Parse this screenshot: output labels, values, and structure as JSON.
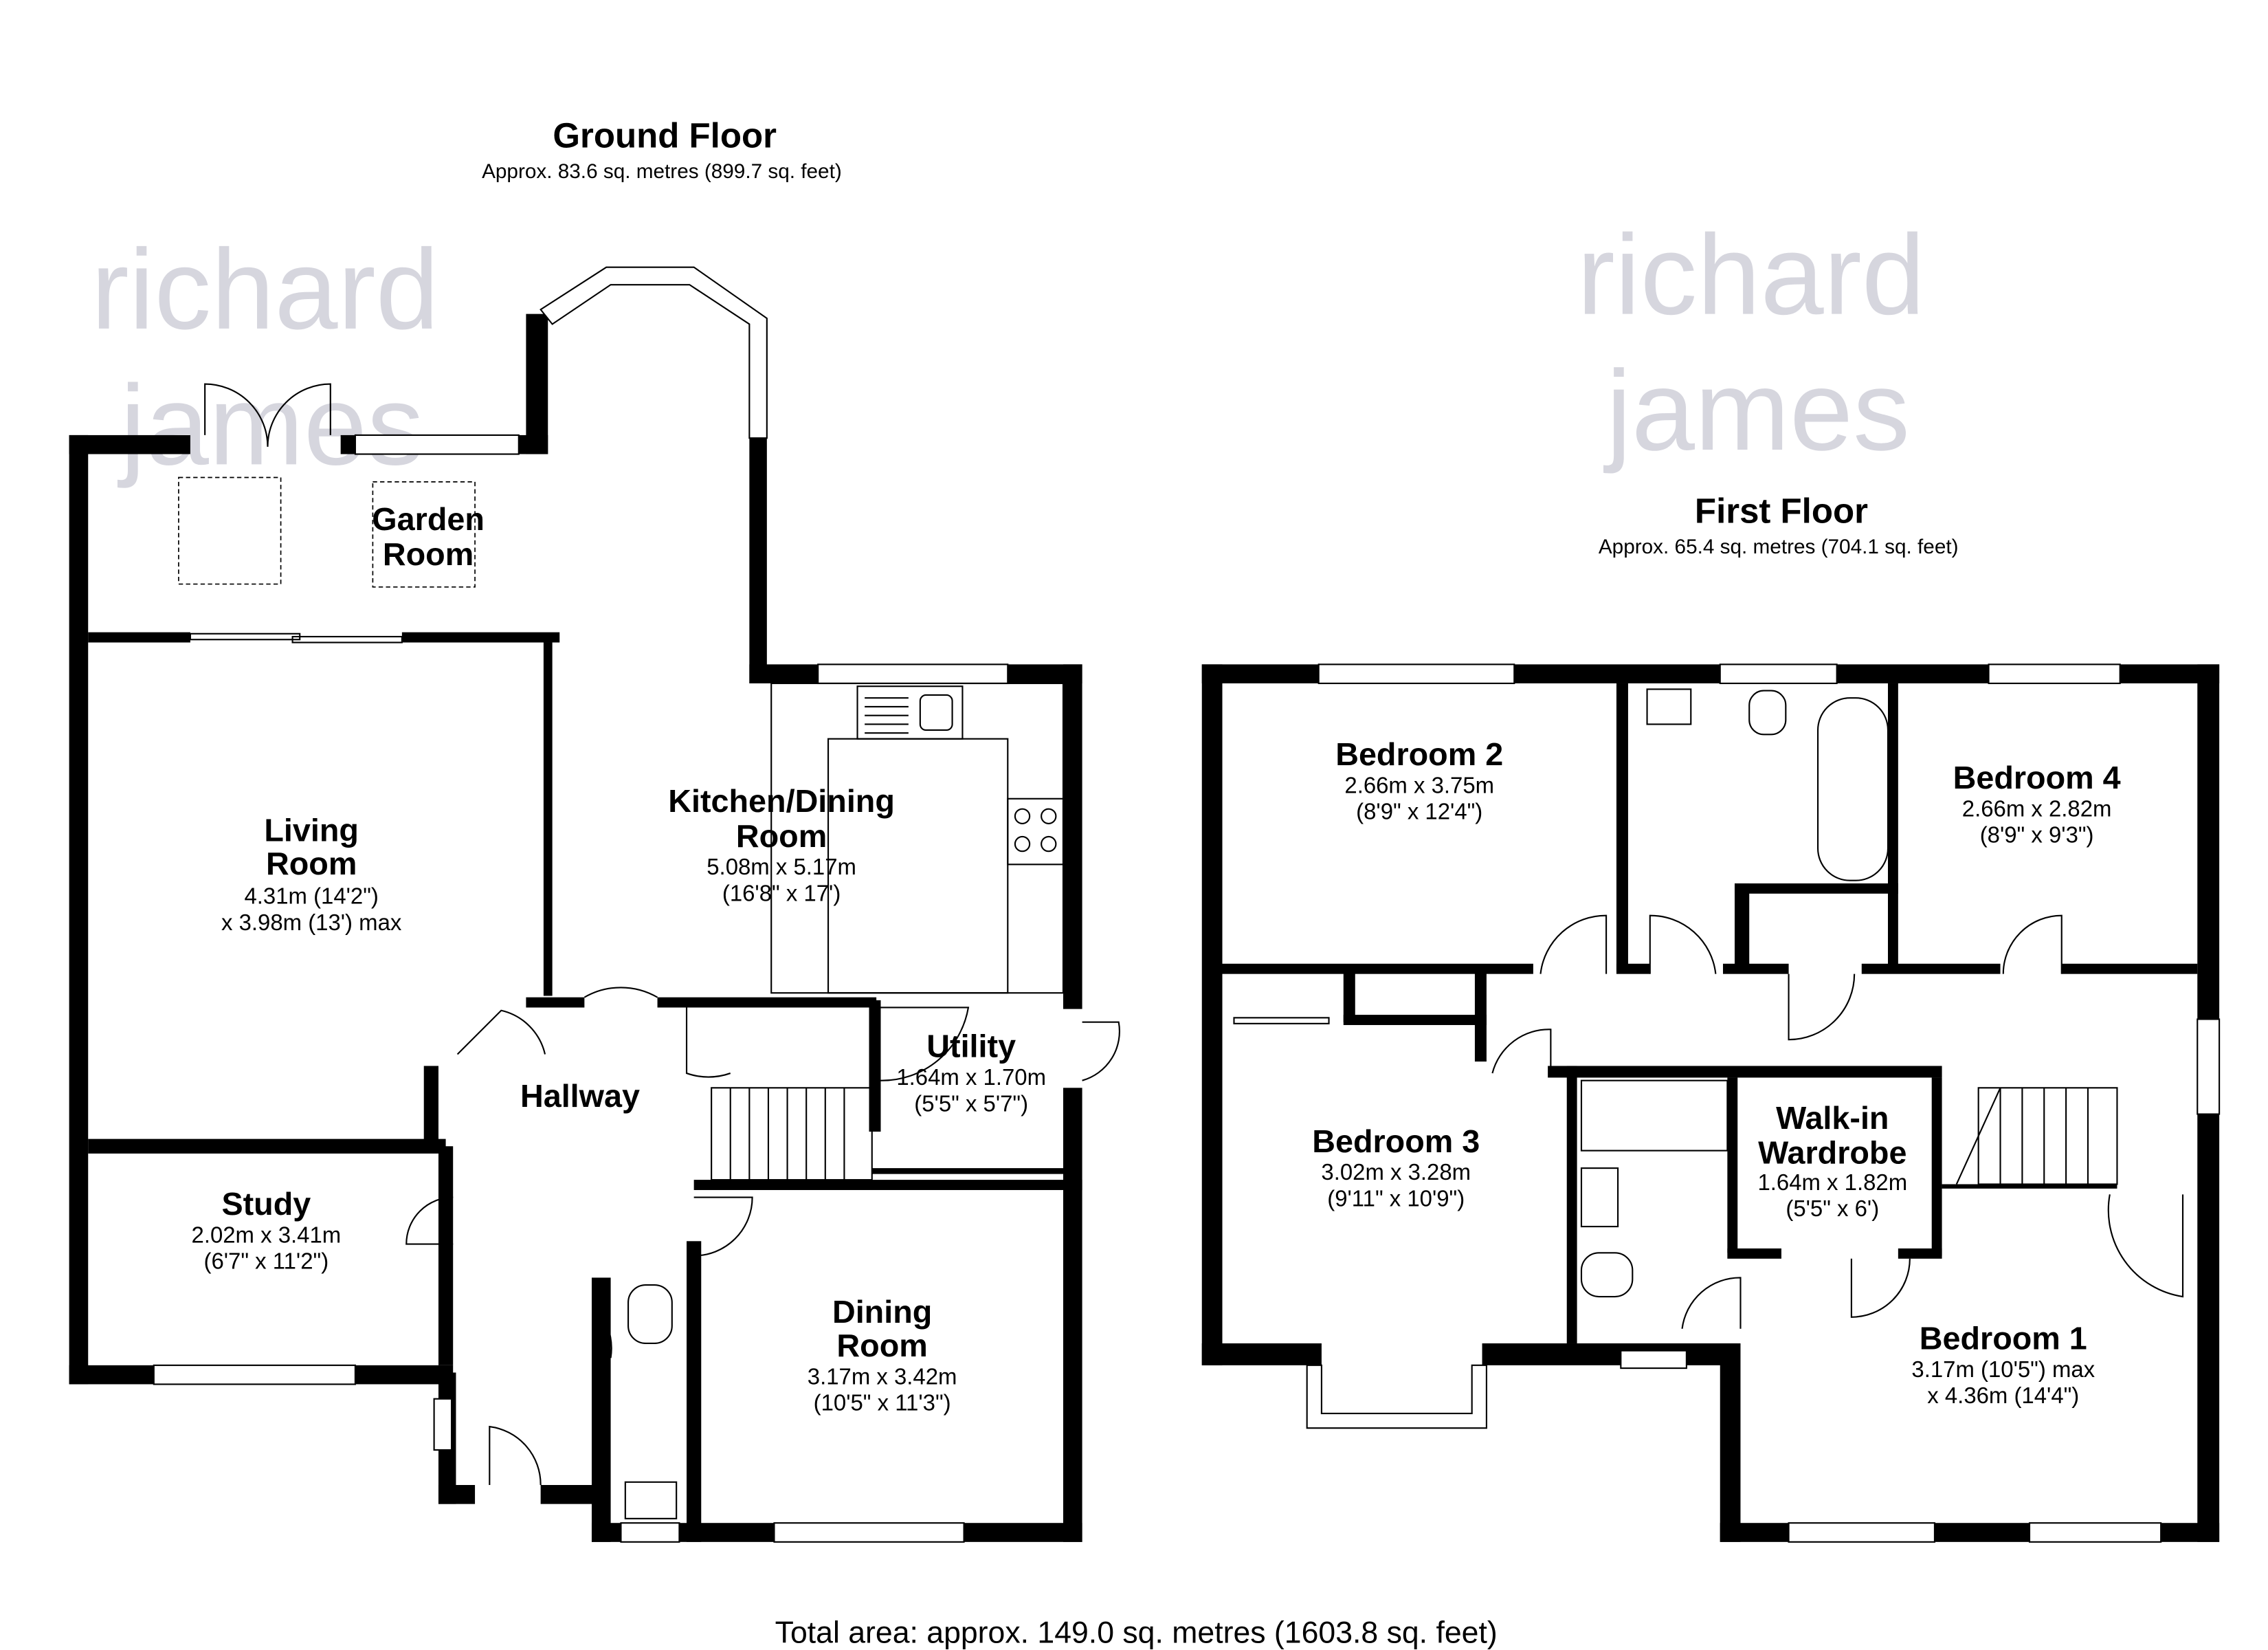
{
  "ground_floor": {
    "title": "Ground Floor",
    "area": "Approx. 83.6 sq. metres (899.7 sq. feet)",
    "rooms": [
      {
        "name": [
          "Garden",
          "Room"
        ],
        "dims": []
      },
      {
        "name": [
          "Living",
          "Room"
        ],
        "dims": [
          "4.31m (14'2\")",
          "x 3.98m (13') max"
        ]
      },
      {
        "name": [
          "Kitchen/Dining",
          "Room"
        ],
        "dims": [
          "5.08m x 5.17m",
          "(16'8\" x 17')"
        ]
      },
      {
        "name": [
          "Hallway"
        ],
        "dims": []
      },
      {
        "name": [
          "Utility"
        ],
        "dims": [
          "1.64m x 1.70m",
          "(5'5\" x 5'7\")"
        ]
      },
      {
        "name": [
          "Study"
        ],
        "dims": [
          "2.02m x 3.41m",
          "(6'7\" x 11'2\")"
        ]
      },
      {
        "name": [
          "Dining",
          "Room"
        ],
        "dims": [
          "3.17m x 3.42m",
          "(10'5\" x 11'3\")"
        ]
      }
    ]
  },
  "first_floor": {
    "title": "First Floor",
    "area": "Approx. 65.4 sq. metres (704.1 sq. feet)",
    "rooms": [
      {
        "name": [
          "Bedroom 2"
        ],
        "dims": [
          "2.66m x 3.75m",
          "(8'9\" x 12'4\")"
        ]
      },
      {
        "name": [
          "Bedroom 4"
        ],
        "dims": [
          "2.66m x 2.82m",
          "(8'9\" x 9'3\")"
        ]
      },
      {
        "name": [
          "Bedroom 3"
        ],
        "dims": [
          "3.02m x 3.28m",
          "(9'11\" x 10'9\")"
        ]
      },
      {
        "name": [
          "Walk-in",
          "Wardrobe"
        ],
        "dims": [
          "1.64m x 1.82m",
          "(5'5\" x 6')"
        ]
      },
      {
        "name": [
          "Bedroom 1"
        ],
        "dims": [
          "3.17m (10'5\") max",
          "x 4.36m (14'4\")"
        ]
      }
    ]
  },
  "total_area": "Total area: approx. 149.0 sq. metres (1603.8 sq. feet)",
  "watermark": [
    "richard",
    "james"
  ],
  "colors": {
    "walls": "#000000",
    "watermark": "#d6d6de",
    "background": "#ffffff"
  }
}
